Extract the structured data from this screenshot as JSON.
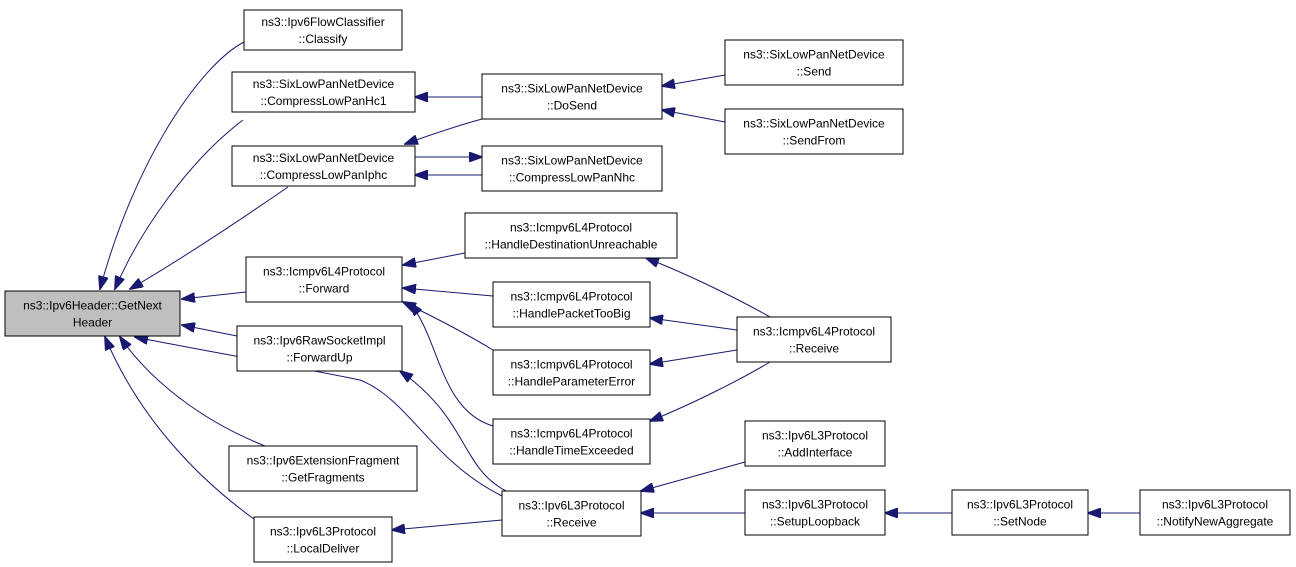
{
  "graph": {
    "colors": {
      "edge": "#191970",
      "focus_fill": "#bfbfbf",
      "node_fill": "#ffffff",
      "node_border": "#000000"
    },
    "nodes": [
      {
        "id": "getnext",
        "lines": [
          "ns3::Ipv6Header::GetNext",
          "Header"
        ],
        "focus": true
      },
      {
        "id": "flowclass",
        "lines": [
          "ns3::Ipv6FlowClassifier",
          "::Classify"
        ]
      },
      {
        "id": "hc1",
        "lines": [
          "ns3::SixLowPanNetDevice",
          "::CompressLowPanHc1"
        ]
      },
      {
        "id": "iphc",
        "lines": [
          "ns3::SixLowPanNetDevice",
          "::CompressLowPanIphc"
        ]
      },
      {
        "id": "icmpfwd",
        "lines": [
          "ns3::Icmpv6L4Protocol",
          "::Forward"
        ]
      },
      {
        "id": "rawfwd",
        "lines": [
          "ns3::Ipv6RawSocketImpl",
          "::ForwardUp"
        ]
      },
      {
        "id": "extfrag",
        "lines": [
          "ns3::Ipv6ExtensionFragment",
          "::GetFragments"
        ]
      },
      {
        "id": "localdel",
        "lines": [
          "ns3::Ipv6L3Protocol",
          "::LocalDeliver"
        ]
      },
      {
        "id": "dosend",
        "lines": [
          "ns3::SixLowPanNetDevice",
          "::DoSend"
        ]
      },
      {
        "id": "nhc",
        "lines": [
          "ns3::SixLowPanNetDevice",
          "::CompressLowPanNhc"
        ]
      },
      {
        "id": "hdu",
        "lines": [
          "ns3::Icmpv6L4Protocol",
          "::HandleDestinationUnreachable"
        ]
      },
      {
        "id": "hptb",
        "lines": [
          "ns3::Icmpv6L4Protocol",
          "::HandlePacketTooBig"
        ]
      },
      {
        "id": "hpe",
        "lines": [
          "ns3::Icmpv6L4Protocol",
          "::HandleParameterError"
        ]
      },
      {
        "id": "hte",
        "lines": [
          "ns3::Icmpv6L4Protocol",
          "::HandleTimeExceeded"
        ]
      },
      {
        "id": "l3recv",
        "lines": [
          "ns3::Ipv6L3Protocol",
          "::Receive"
        ]
      },
      {
        "id": "send",
        "lines": [
          "ns3::SixLowPanNetDevice",
          "::Send"
        ]
      },
      {
        "id": "sendfrom",
        "lines": [
          "ns3::SixLowPanNetDevice",
          "::SendFrom"
        ]
      },
      {
        "id": "icmprecv",
        "lines": [
          "ns3::Icmpv6L4Protocol",
          "::Receive"
        ]
      },
      {
        "id": "addif",
        "lines": [
          "ns3::Ipv6L3Protocol",
          "::AddInterface"
        ]
      },
      {
        "id": "setuplb",
        "lines": [
          "ns3::Ipv6L3Protocol",
          "::SetupLoopback"
        ]
      },
      {
        "id": "setnode",
        "lines": [
          "ns3::Ipv6L3Protocol",
          "::SetNode"
        ]
      },
      {
        "id": "notify",
        "lines": [
          "ns3::Ipv6L3Protocol",
          "::NotifyNewAggregate"
        ]
      }
    ],
    "edges": [
      {
        "from": "flowclass",
        "to": "getnext"
      },
      {
        "from": "hc1",
        "to": "getnext"
      },
      {
        "from": "iphc",
        "to": "getnext"
      },
      {
        "from": "icmpfwd",
        "to": "getnext"
      },
      {
        "from": "rawfwd",
        "to": "getnext"
      },
      {
        "from": "extfrag",
        "to": "getnext"
      },
      {
        "from": "localdel",
        "to": "getnext"
      },
      {
        "from": "l3recv",
        "to": "getnext"
      },
      {
        "from": "dosend",
        "to": "hc1"
      },
      {
        "from": "dosend",
        "to": "iphc"
      },
      {
        "from": "nhc",
        "to": "iphc"
      },
      {
        "from": "iphc",
        "to": "nhc"
      },
      {
        "from": "send",
        "to": "dosend"
      },
      {
        "from": "sendfrom",
        "to": "dosend"
      },
      {
        "from": "hdu",
        "to": "icmpfwd"
      },
      {
        "from": "hptb",
        "to": "icmpfwd"
      },
      {
        "from": "hpe",
        "to": "icmpfwd"
      },
      {
        "from": "hte",
        "to": "icmpfwd"
      },
      {
        "from": "icmprecv",
        "to": "hdu"
      },
      {
        "from": "icmprecv",
        "to": "hptb"
      },
      {
        "from": "icmprecv",
        "to": "hpe"
      },
      {
        "from": "icmprecv",
        "to": "hte"
      },
      {
        "from": "l3recv",
        "to": "rawfwd"
      },
      {
        "from": "l3recv",
        "to": "localdel"
      },
      {
        "from": "addif",
        "to": "l3recv"
      },
      {
        "from": "setuplb",
        "to": "l3recv"
      },
      {
        "from": "setnode",
        "to": "setuplb"
      },
      {
        "from": "notify",
        "to": "setnode"
      }
    ]
  }
}
